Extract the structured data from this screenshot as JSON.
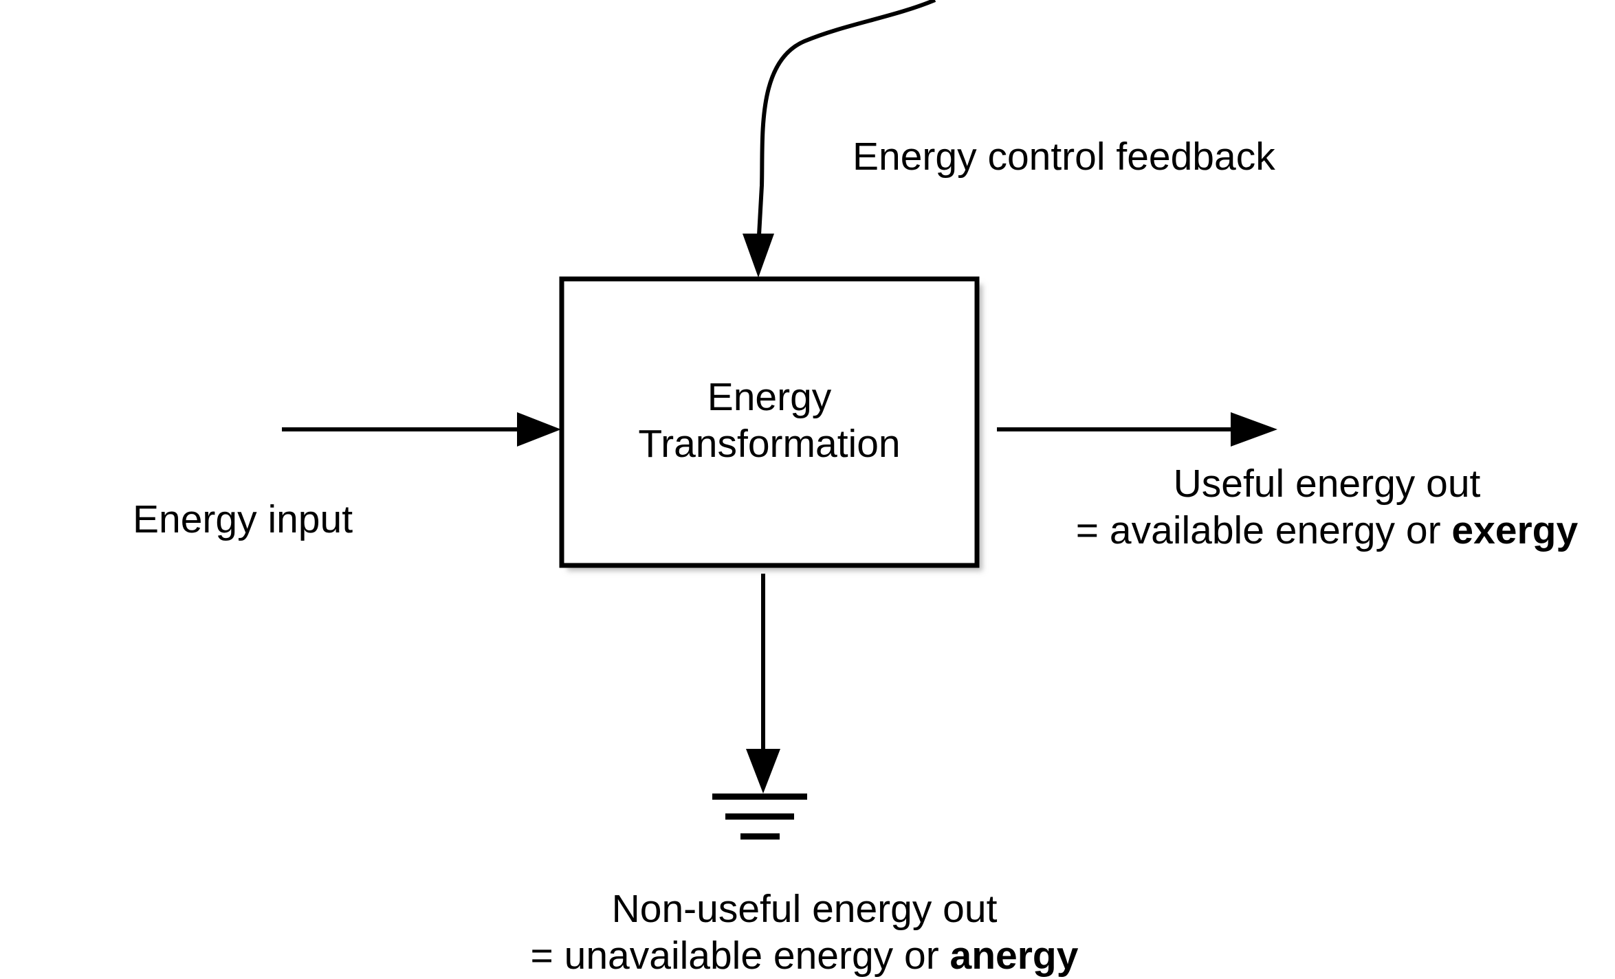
{
  "diagram": {
    "process_box": {
      "line1": "Energy",
      "line2": "Transformation"
    },
    "feedback_label": "Energy control feedback",
    "input_label": "Energy input",
    "useful_output": {
      "line1": "Useful energy out",
      "line2_prefix": "= available energy or ",
      "line2_bold": "exergy"
    },
    "nonuseful_output": {
      "line1": "Non-useful energy out",
      "line2_prefix": "= unavailable energy or ",
      "line2_bold": "anergy"
    },
    "colors": {
      "stroke": "#000000",
      "shadow": "#bdbdbd",
      "background": "#ffffff"
    },
    "icons": {
      "sink": "ground-symbol-icon"
    }
  }
}
